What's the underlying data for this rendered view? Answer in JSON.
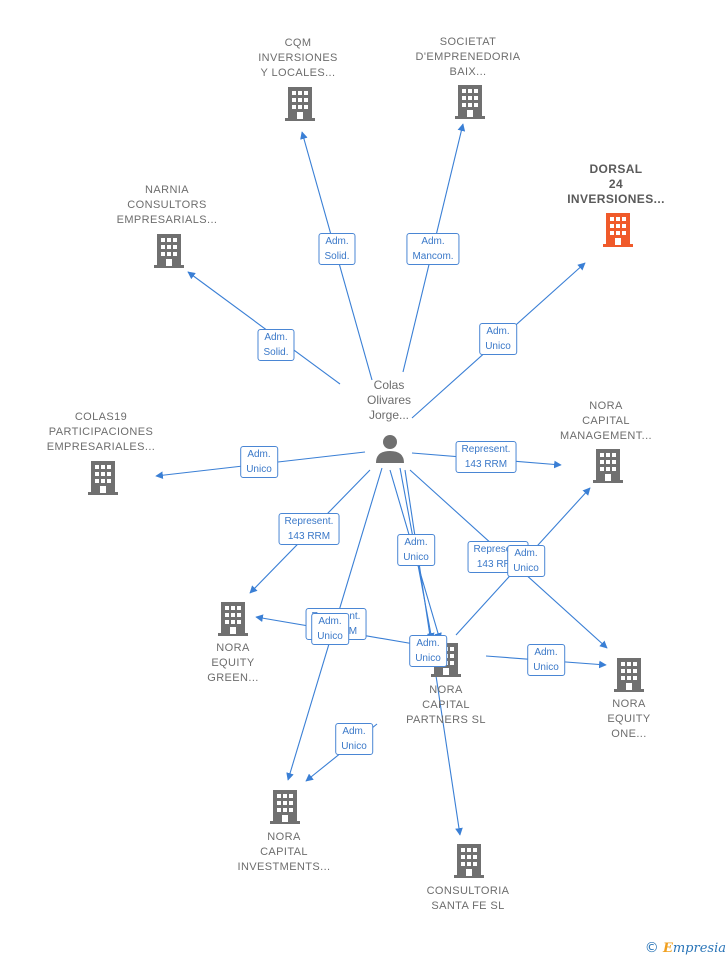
{
  "colors": {
    "edge": "#3a7fd5",
    "building": "#707070",
    "highlight": "#f05a2a",
    "person": "#707070"
  },
  "person": {
    "label": "Colas\nOlivares\nJorge..."
  },
  "nodes": [
    {
      "id": "cqm",
      "label": "CQM\nINVERSIONES\nY LOCALES...",
      "highlight": false
    },
    {
      "id": "societat",
      "label": "SOCIETAT\nD'EMPRENEDORIA\nBAIX...",
      "highlight": false
    },
    {
      "id": "dorsal",
      "label": "DORSAL\n24\nINVERSIONES...",
      "highlight": true
    },
    {
      "id": "narnia",
      "label": "NARNIA\nCONSULTORS\nEMPRESARIALS...",
      "highlight": false
    },
    {
      "id": "colas19",
      "label": "COLAS19\nPARTICIPACIONES\nEMPRESARIALES...",
      "highlight": false
    },
    {
      "id": "nora_mgmt",
      "label": "NORA\nCAPITAL\nMANAGEMENT...",
      "highlight": false
    },
    {
      "id": "nora_green",
      "label": "NORA\nEQUITY\nGREEN...",
      "highlight": false
    },
    {
      "id": "nora_partners",
      "label": "NORA\nCAPITAL\nPARTNERS  SL",
      "highlight": false
    },
    {
      "id": "nora_one",
      "label": "NORA\nEQUITY\nONE...",
      "highlight": false
    },
    {
      "id": "nora_invest",
      "label": "NORA\nCAPITAL\nINVESTMENTS...",
      "highlight": false
    },
    {
      "id": "consultoria",
      "label": "CONSULTORIA\nSANTA FE SL",
      "highlight": false
    }
  ],
  "edge_labels": [
    {
      "id": "cqm",
      "text": "Adm.\nSolid."
    },
    {
      "id": "societat",
      "text": "Adm.\nMancom."
    },
    {
      "id": "dorsal",
      "text": "Adm.\nUnico"
    },
    {
      "id": "narnia",
      "text": "Adm.\nSolid."
    },
    {
      "id": "colas19",
      "text": "Adm.\nUnico"
    },
    {
      "id": "nora_mgmt",
      "text": "Represent.\n143 RRM"
    },
    {
      "id": "nora_green_rep",
      "text": "Represent.\n143 RRM"
    },
    {
      "id": "nora_partners",
      "text": "Adm.\nUnico"
    },
    {
      "id": "nora_one_rep",
      "text": "Represent.\n143 RRM"
    },
    {
      "id": "nora_one_adm",
      "text": "Adm.\nUnico"
    },
    {
      "id": "partners_green_rep",
      "text": "Represent.\n143 RRM"
    },
    {
      "id": "partners_green_adm",
      "text": "Adm.\nUnico"
    },
    {
      "id": "partners_hub",
      "text": "Adm.\nUnico"
    },
    {
      "id": "partners_one",
      "text": "Adm.\nUnico"
    },
    {
      "id": "partners_invest",
      "text": "Adm.\nUnico"
    }
  ],
  "footer": {
    "copyright": "©",
    "brand_first": "E",
    "brand_rest": "mpresia"
  }
}
